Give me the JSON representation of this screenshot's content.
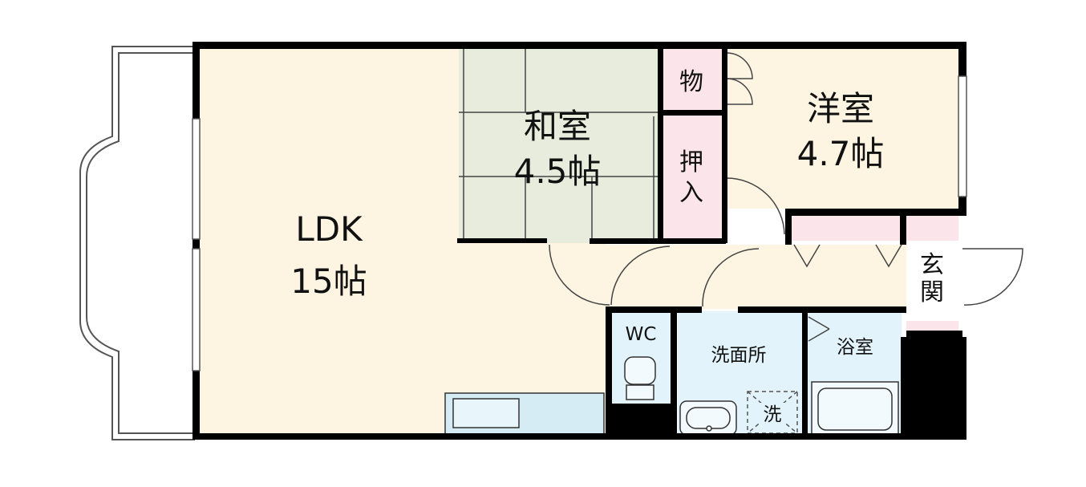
{
  "rooms": {
    "ldk": {
      "name": "LDK",
      "size": "15帖",
      "color": "#fdf5e2"
    },
    "washitsu": {
      "name": "和室",
      "size": "4.5帖",
      "color": "#e7ecdc"
    },
    "youshitsu": {
      "name": "洋室",
      "size": "4.7帖",
      "color": "#fdf5e2"
    },
    "mono": {
      "name": "物",
      "color": "#fbe4ea"
    },
    "oshiire": {
      "line1": "押",
      "line2": "入",
      "color": "#fbe4ea"
    },
    "genkan": {
      "line1": "玄",
      "line2": "関",
      "color": "#fbe4ea"
    },
    "wc": {
      "name": "WC",
      "color": "#e3f3fb"
    },
    "senmenjo": {
      "name": "洗面所",
      "color": "#e3f3fb"
    },
    "yokushitsu": {
      "name": "浴室",
      "color": "#e3f3fb"
    },
    "washer": {
      "name": "洗"
    }
  },
  "colors": {
    "wall": "#000000",
    "balcony_line": "#555555",
    "fixture_line": "#333333"
  }
}
